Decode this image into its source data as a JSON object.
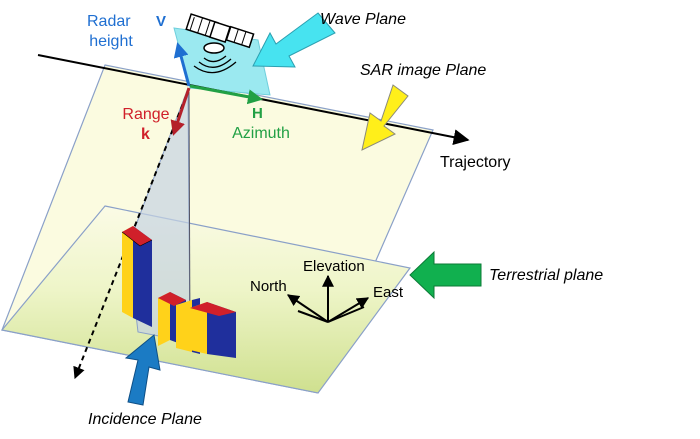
{
  "labels": {
    "radar_height": [
      "Radar",
      "height"
    ],
    "v": "V",
    "range": "Range",
    "k": "k",
    "h": "H",
    "azimuth": "Azimuth",
    "wave_plane": "Wave Plane",
    "sar_image_plane": "SAR image Plane",
    "trajectory": "Trajectory",
    "elevation": "Elevation",
    "north": "North",
    "east": "East",
    "terrestrial_plane": "Terrestrial plane",
    "incidence_plane": "Incidence Plane"
  },
  "colors": {
    "blue_label": "#1f6fd1",
    "red_label": "#d0202a",
    "green_label": "#22a045",
    "cyan_arrow": "#47e3f0",
    "yellow_arrow": "#ffef1a",
    "green_arrow": "#11b04f",
    "blue_arrow": "#1b7bc4",
    "building_blue": "#1f2f9c",
    "building_yellow": "#ffd21a",
    "building_red": "#d0202a"
  },
  "icons": {
    "satellite": "satellite-icon"
  }
}
